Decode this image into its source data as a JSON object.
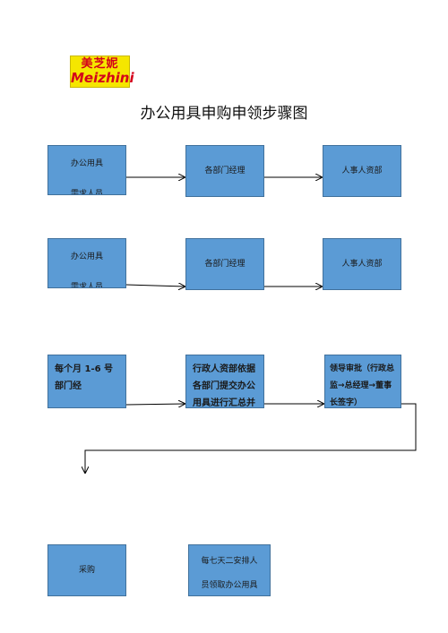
{
  "logo": {
    "cn": "美芝妮",
    "en": "Meizhini"
  },
  "title": "办公用具申购申领步骤图",
  "rows": [
    {
      "box1": {
        "line1": "办公用具",
        "line2": "需求人员"
      },
      "box2": "各部门经理",
      "box3": "人事人资部"
    },
    {
      "box1": {
        "line1": "办公用具",
        "line2": "需求人员"
      },
      "box2": "各部门经理",
      "box3": "人事人资部"
    }
  ],
  "row3": {
    "box1": "每个月 1-6 号部门经",
    "box2": "行政人资部依据各部门提交办公用具进行汇总并",
    "box3": "领导审批（行政总监→总经理→董事长签字）"
  },
  "row4": {
    "box1": "采购",
    "box2": {
      "line1": "每七天二安排人",
      "line2": "员领取办公用具"
    }
  },
  "colors": {
    "box_fill": "#5b9bd5",
    "box_border": "#41719c",
    "arrow": "#000000",
    "logo_bg": "#f5e600",
    "logo_text": "#d4001a"
  }
}
